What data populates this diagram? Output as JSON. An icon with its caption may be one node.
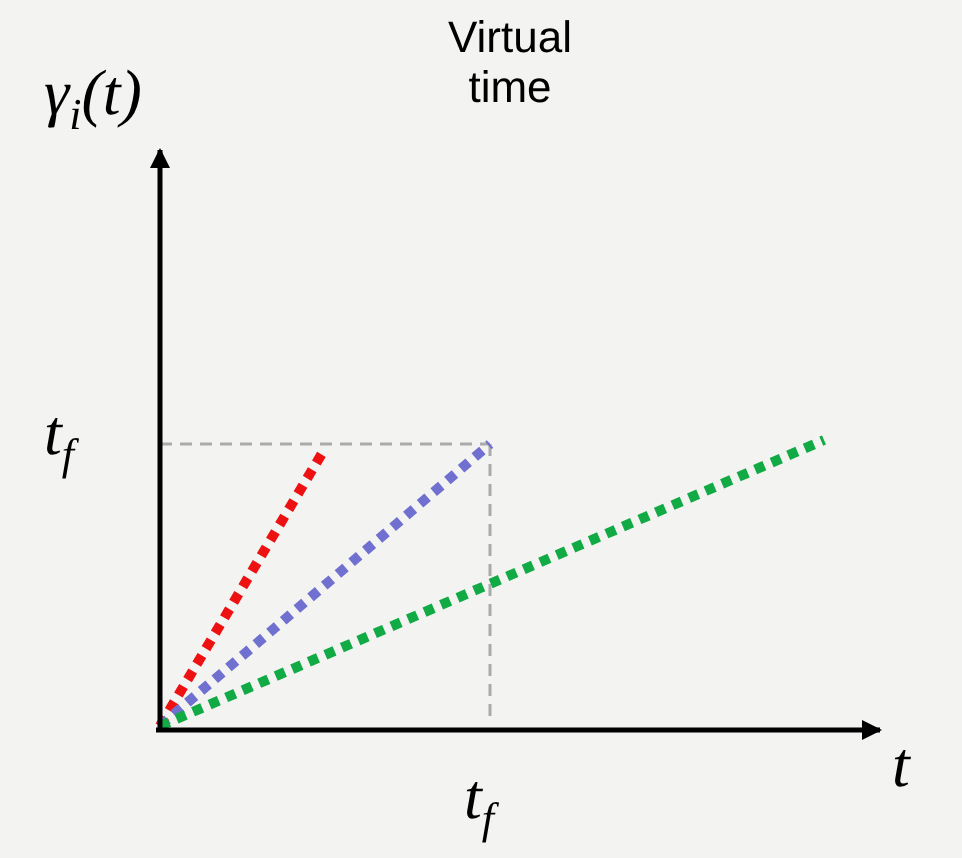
{
  "diagram": {
    "labels": [
      "γ$_{i}$(t)",
      "Virtual time",
      "t$_{f}$",
      "t",
      "t$_{f}$"
    ]
  }
}
